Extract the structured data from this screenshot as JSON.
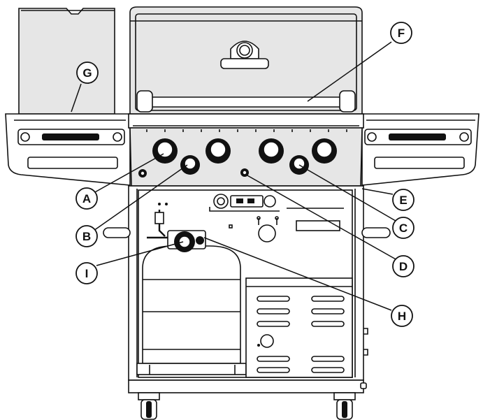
{
  "callouts": {
    "a": "A",
    "b": "B",
    "c": "C",
    "d": "D",
    "e": "E",
    "f": "F",
    "g": "G",
    "h": "H",
    "i": "I"
  }
}
